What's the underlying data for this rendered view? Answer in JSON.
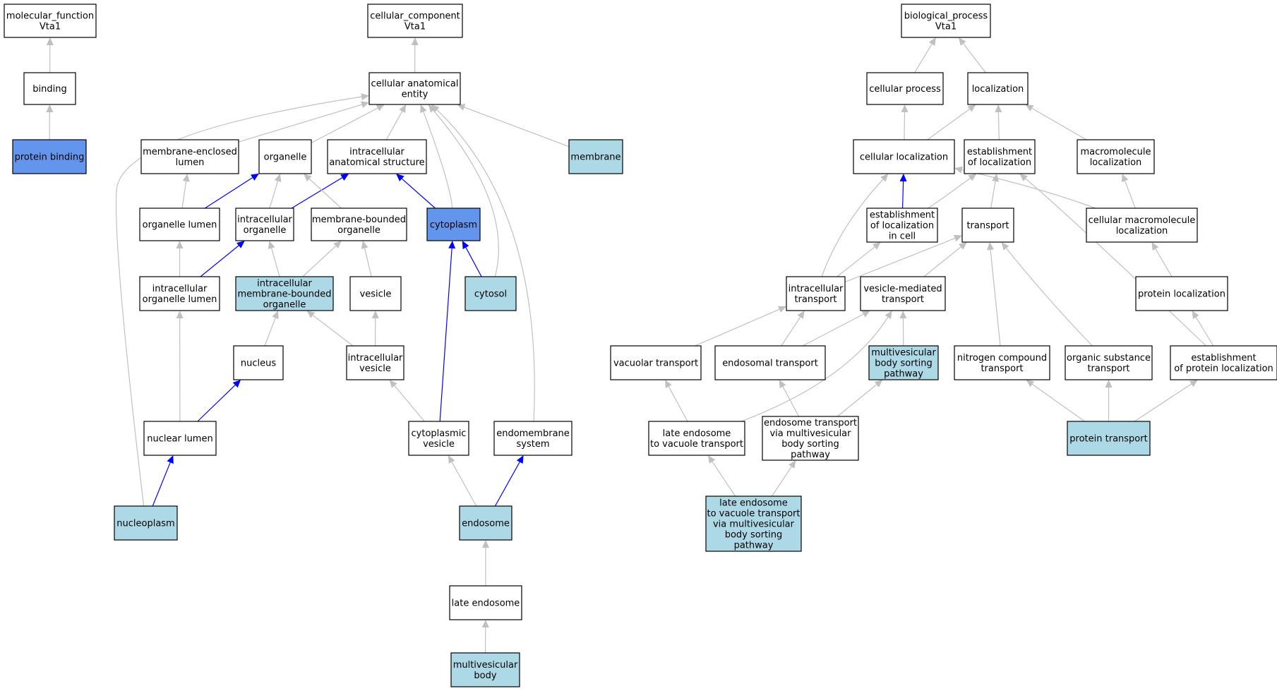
{
  "colors": {
    "is_a_edge": "#c0c0c0",
    "part_of_edge": "#0000ff",
    "node_default": "#ffffff",
    "node_annotated": "#add8e6",
    "node_highlighted": "#6495ed"
  },
  "diagram": {
    "nodes": [
      {
        "id": "mf_root",
        "lines": [
          "molecular_function",
          "Vta1"
        ],
        "fill": "default"
      },
      {
        "id": "binding",
        "lines": [
          "binding"
        ],
        "fill": "default"
      },
      {
        "id": "protein_binding",
        "lines": [
          "protein binding"
        ],
        "fill": "highlighted"
      },
      {
        "id": "cc_root",
        "lines": [
          "cellular_component",
          "Vta1"
        ],
        "fill": "default"
      },
      {
        "id": "cae",
        "lines": [
          "cellular anatomical",
          "entity"
        ],
        "fill": "default"
      },
      {
        "id": "mel",
        "lines": [
          "membrane-enclosed",
          "lumen"
        ],
        "fill": "default"
      },
      {
        "id": "organelle",
        "lines": [
          "organelle"
        ],
        "fill": "default"
      },
      {
        "id": "ias",
        "lines": [
          "intracellular",
          "anatomical structure"
        ],
        "fill": "default"
      },
      {
        "id": "membrane",
        "lines": [
          "membrane"
        ],
        "fill": "annotated"
      },
      {
        "id": "org_lumen",
        "lines": [
          "organelle lumen"
        ],
        "fill": "default"
      },
      {
        "id": "ic_org",
        "lines": [
          "intracellular",
          "organelle"
        ],
        "fill": "default"
      },
      {
        "id": "mb_org",
        "lines": [
          "membrane-bounded",
          "organelle"
        ],
        "fill": "default"
      },
      {
        "id": "cytoplasm",
        "lines": [
          "cytoplasm"
        ],
        "fill": "highlighted"
      },
      {
        "id": "ic_org_lumen",
        "lines": [
          "intracellular",
          "organelle lumen"
        ],
        "fill": "default"
      },
      {
        "id": "ic_mb_org",
        "lines": [
          "intracellular",
          "membrane-bounded",
          "organelle"
        ],
        "fill": "annotated"
      },
      {
        "id": "vesicle",
        "lines": [
          "vesicle"
        ],
        "fill": "default"
      },
      {
        "id": "cytosol",
        "lines": [
          "cytosol"
        ],
        "fill": "annotated"
      },
      {
        "id": "nucleus",
        "lines": [
          "nucleus"
        ],
        "fill": "default"
      },
      {
        "id": "ic_vesicle",
        "lines": [
          "intracellular",
          "vesicle"
        ],
        "fill": "default"
      },
      {
        "id": "nuc_lumen",
        "lines": [
          "nuclear lumen"
        ],
        "fill": "default"
      },
      {
        "id": "cyt_vesicle",
        "lines": [
          "cytoplasmic",
          "vesicle"
        ],
        "fill": "default"
      },
      {
        "id": "endomembrane",
        "lines": [
          "endomembrane",
          "system"
        ],
        "fill": "default"
      },
      {
        "id": "nucleoplasm",
        "lines": [
          "nucleoplasm"
        ],
        "fill": "annotated"
      },
      {
        "id": "endosome",
        "lines": [
          "endosome"
        ],
        "fill": "annotated"
      },
      {
        "id": "late_endosome",
        "lines": [
          "late endosome"
        ],
        "fill": "default"
      },
      {
        "id": "mvb",
        "lines": [
          "multivesicular",
          "body"
        ],
        "fill": "annotated"
      },
      {
        "id": "bp_root",
        "lines": [
          "biological_process",
          "Vta1"
        ],
        "fill": "default"
      },
      {
        "id": "cell_proc",
        "lines": [
          "cellular process"
        ],
        "fill": "default"
      },
      {
        "id": "localization",
        "lines": [
          "localization"
        ],
        "fill": "default"
      },
      {
        "id": "cell_loc",
        "lines": [
          "cellular localization"
        ],
        "fill": "default"
      },
      {
        "id": "est_loc",
        "lines": [
          "establishment",
          "of localization"
        ],
        "fill": "default"
      },
      {
        "id": "macro_loc",
        "lines": [
          "macromolecule",
          "localization"
        ],
        "fill": "default"
      },
      {
        "id": "est_loc_cell",
        "lines": [
          "establishment",
          "of localization",
          "in cell"
        ],
        "fill": "default"
      },
      {
        "id": "transport",
        "lines": [
          "transport"
        ],
        "fill": "default"
      },
      {
        "id": "cell_macro_loc",
        "lines": [
          "cellular macromolecule",
          "localization"
        ],
        "fill": "default"
      },
      {
        "id": "ic_transport",
        "lines": [
          "intracellular",
          "transport"
        ],
        "fill": "default"
      },
      {
        "id": "ves_transport",
        "lines": [
          "vesicle-mediated",
          "transport"
        ],
        "fill": "default"
      },
      {
        "id": "prot_loc",
        "lines": [
          "protein localization"
        ],
        "fill": "default"
      },
      {
        "id": "vac_transport",
        "lines": [
          "vacuolar transport"
        ],
        "fill": "default"
      },
      {
        "id": "endo_transport",
        "lines": [
          "endosomal transport"
        ],
        "fill": "default"
      },
      {
        "id": "mvb_pathway",
        "lines": [
          "multivesicular",
          "body sorting",
          "pathway"
        ],
        "fill": "annotated"
      },
      {
        "id": "nitro_transport",
        "lines": [
          "nitrogen compound",
          "transport"
        ],
        "fill": "default"
      },
      {
        "id": "org_sub_transport",
        "lines": [
          "organic substance",
          "transport"
        ],
        "fill": "default"
      },
      {
        "id": "est_prot_loc",
        "lines": [
          "establishment",
          "of protein localization"
        ],
        "fill": "default"
      },
      {
        "id": "le_vac",
        "lines": [
          "late endosome",
          "to vacuole transport"
        ],
        "fill": "default"
      },
      {
        "id": "endo_mvb",
        "lines": [
          "endosome transport",
          "via multivesicular",
          "body sorting",
          "pathway"
        ],
        "fill": "default"
      },
      {
        "id": "prot_transport",
        "lines": [
          "protein transport"
        ],
        "fill": "annotated"
      },
      {
        "id": "le_vac_mvb",
        "lines": [
          "late endosome",
          "to vacuole transport",
          "via multivesicular",
          "body sorting",
          "pathway"
        ],
        "fill": "annotated"
      }
    ],
    "edges": [
      {
        "from": "binding",
        "to": "mf_root",
        "rel": "is_a"
      },
      {
        "from": "protein_binding",
        "to": "binding",
        "rel": "is_a"
      },
      {
        "from": "cae",
        "to": "cc_root",
        "rel": "is_a"
      },
      {
        "from": "mel",
        "to": "cae",
        "rel": "is_a"
      },
      {
        "from": "organelle",
        "to": "cae",
        "rel": "is_a"
      },
      {
        "from": "ias",
        "to": "cae",
        "rel": "is_a"
      },
      {
        "from": "membrane",
        "to": "cae",
        "rel": "is_a"
      },
      {
        "from": "cytoplasm",
        "to": "cae",
        "rel": "is_a"
      },
      {
        "from": "cytosol",
        "to": "cae",
        "rel": "is_a"
      },
      {
        "from": "endomembrane",
        "to": "cae",
        "rel": "is_a"
      },
      {
        "from": "nucleoplasm",
        "to": "cae",
        "rel": "is_a"
      },
      {
        "from": "org_lumen",
        "to": "mel",
        "rel": "is_a"
      },
      {
        "from": "org_lumen",
        "to": "organelle",
        "rel": "part_of"
      },
      {
        "from": "ic_org",
        "to": "organelle",
        "rel": "is_a"
      },
      {
        "from": "ic_org",
        "to": "ias",
        "rel": "part_of"
      },
      {
        "from": "mb_org",
        "to": "organelle",
        "rel": "is_a"
      },
      {
        "from": "cytoplasm",
        "to": "ias",
        "rel": "part_of"
      },
      {
        "from": "cytosol",
        "to": "cytoplasm",
        "rel": "part_of"
      },
      {
        "from": "ic_org_lumen",
        "to": "org_lumen",
        "rel": "is_a"
      },
      {
        "from": "ic_org_lumen",
        "to": "ic_org",
        "rel": "part_of"
      },
      {
        "from": "ic_mb_org",
        "to": "ic_org",
        "rel": "is_a"
      },
      {
        "from": "ic_mb_org",
        "to": "mb_org",
        "rel": "is_a"
      },
      {
        "from": "vesicle",
        "to": "mb_org",
        "rel": "is_a"
      },
      {
        "from": "nucleus",
        "to": "ic_mb_org",
        "rel": "is_a"
      },
      {
        "from": "ic_vesicle",
        "to": "ic_mb_org",
        "rel": "is_a"
      },
      {
        "from": "ic_vesicle",
        "to": "vesicle",
        "rel": "is_a"
      },
      {
        "from": "nuc_lumen",
        "to": "ic_org_lumen",
        "rel": "is_a"
      },
      {
        "from": "nuc_lumen",
        "to": "nucleus",
        "rel": "part_of"
      },
      {
        "from": "cyt_vesicle",
        "to": "ic_vesicle",
        "rel": "is_a"
      },
      {
        "from": "cyt_vesicle",
        "to": "cytoplasm",
        "rel": "part_of"
      },
      {
        "from": "nucleoplasm",
        "to": "nuc_lumen",
        "rel": "part_of"
      },
      {
        "from": "endosome",
        "to": "cyt_vesicle",
        "rel": "is_a"
      },
      {
        "from": "endosome",
        "to": "endomembrane",
        "rel": "part_of"
      },
      {
        "from": "late_endosome",
        "to": "endosome",
        "rel": "is_a"
      },
      {
        "from": "mvb",
        "to": "late_endosome",
        "rel": "is_a"
      },
      {
        "from": "cell_proc",
        "to": "bp_root",
        "rel": "is_a"
      },
      {
        "from": "localization",
        "to": "bp_root",
        "rel": "is_a"
      },
      {
        "from": "cell_loc",
        "to": "cell_proc",
        "rel": "is_a"
      },
      {
        "from": "cell_loc",
        "to": "localization",
        "rel": "is_a"
      },
      {
        "from": "est_loc",
        "to": "localization",
        "rel": "is_a"
      },
      {
        "from": "macro_loc",
        "to": "localization",
        "rel": "is_a"
      },
      {
        "from": "est_loc_cell",
        "to": "cell_loc",
        "rel": "part_of"
      },
      {
        "from": "est_loc_cell",
        "to": "est_loc",
        "rel": "is_a"
      },
      {
        "from": "transport",
        "to": "est_loc",
        "rel": "is_a"
      },
      {
        "from": "cell_macro_loc",
        "to": "cell_loc",
        "rel": "is_a"
      },
      {
        "from": "cell_macro_loc",
        "to": "macro_loc",
        "rel": "is_a"
      },
      {
        "from": "ic_transport",
        "to": "cell_loc",
        "rel": "is_a"
      },
      {
        "from": "ic_transport",
        "to": "est_loc_cell",
        "rel": "is_a"
      },
      {
        "from": "ic_transport",
        "to": "transport",
        "rel": "is_a"
      },
      {
        "from": "ves_transport",
        "to": "transport",
        "rel": "is_a"
      },
      {
        "from": "prot_loc",
        "to": "cell_macro_loc",
        "rel": "is_a"
      },
      {
        "from": "vac_transport",
        "to": "ic_transport",
        "rel": "is_a"
      },
      {
        "from": "endo_transport",
        "to": "ic_transport",
        "rel": "is_a"
      },
      {
        "from": "endo_transport",
        "to": "ves_transport",
        "rel": "is_a"
      },
      {
        "from": "mvb_pathway",
        "to": "ves_transport",
        "rel": "is_a"
      },
      {
        "from": "nitro_transport",
        "to": "transport",
        "rel": "is_a"
      },
      {
        "from": "org_sub_transport",
        "to": "transport",
        "rel": "is_a"
      },
      {
        "from": "est_prot_loc",
        "to": "est_loc",
        "rel": "is_a"
      },
      {
        "from": "est_prot_loc",
        "to": "prot_loc",
        "rel": "is_a"
      },
      {
        "from": "le_vac",
        "to": "vac_transport",
        "rel": "is_a"
      },
      {
        "from": "le_vac",
        "to": "ves_transport",
        "rel": "is_a"
      },
      {
        "from": "endo_mvb",
        "to": "endo_transport",
        "rel": "is_a"
      },
      {
        "from": "endo_mvb",
        "to": "mvb_pathway",
        "rel": "is_a"
      },
      {
        "from": "prot_transport",
        "to": "nitro_transport",
        "rel": "is_a"
      },
      {
        "from": "prot_transport",
        "to": "org_sub_transport",
        "rel": "is_a"
      },
      {
        "from": "prot_transport",
        "to": "est_prot_loc",
        "rel": "is_a"
      },
      {
        "from": "le_vac_mvb",
        "to": "le_vac",
        "rel": "is_a"
      },
      {
        "from": "le_vac_mvb",
        "to": "endo_mvb",
        "rel": "is_a"
      }
    ]
  }
}
